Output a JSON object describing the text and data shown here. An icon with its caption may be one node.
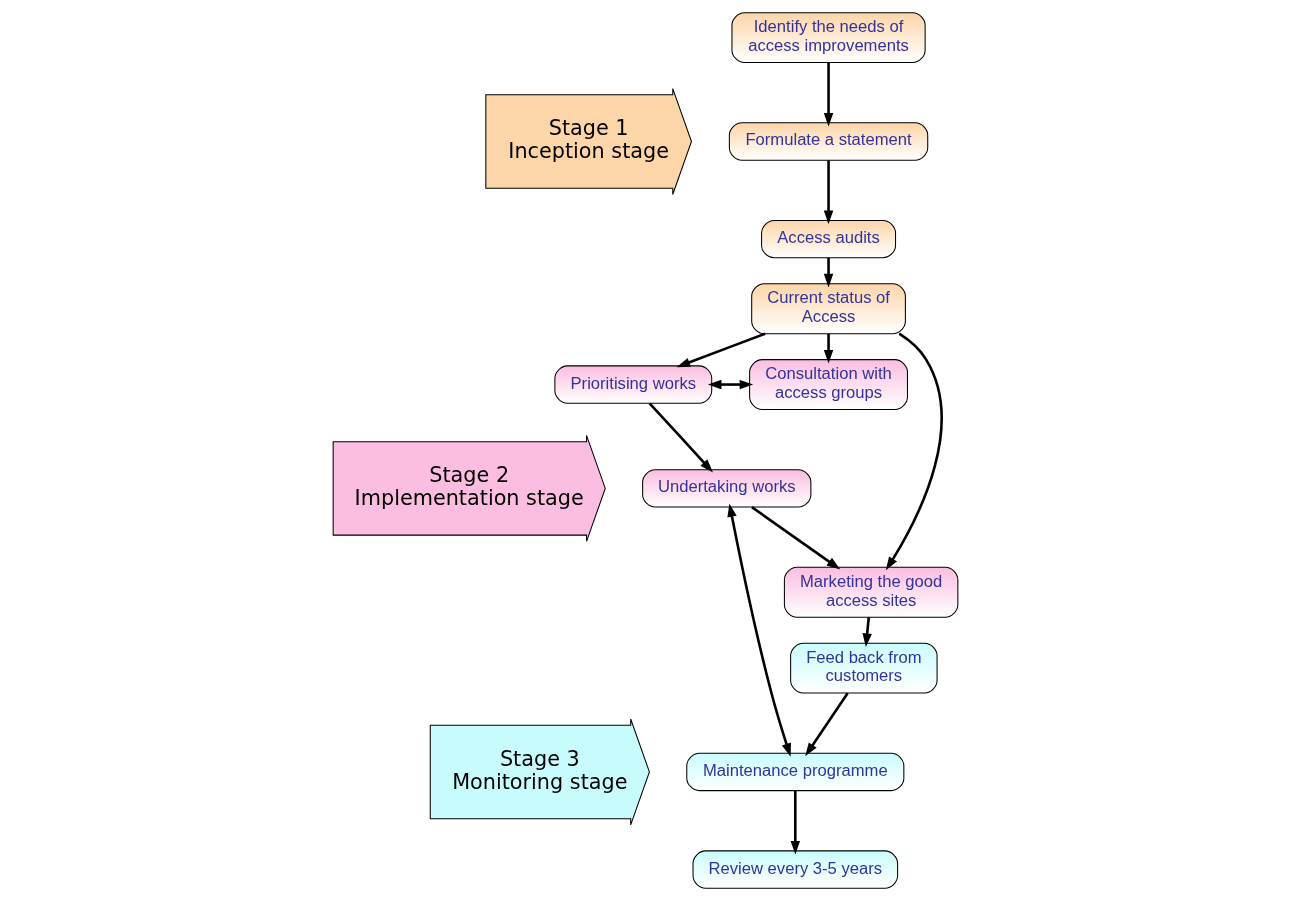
{
  "diagram": {
    "nodes": [
      {
        "text": [
          "Stage 1",
          "Inception stage"
        ]
      },
      {
        "text": [
          "Stage 2",
          "Implementation stage"
        ]
      },
      {
        "text": [
          "Stage 3",
          "Monitoring stage"
        ]
      },
      {
        "text": [
          "Identify the needs of access improvements"
        ]
      },
      {
        "text": [
          "Formulate a statement"
        ]
      },
      {
        "text": [
          "Access audits"
        ]
      },
      {
        "text": [
          "Current status of Access"
        ]
      },
      {
        "text": [
          "Prioritising works"
        ]
      },
      {
        "text": [
          "Consultation with access groups"
        ]
      },
      {
        "text": [
          "Undertaking works"
        ]
      },
      {
        "text": [
          "Marketing the good access sites"
        ]
      },
      {
        "text": [
          "Maintenance programme"
        ]
      },
      {
        "text": [
          "Feed back from customers"
        ]
      },
      {
        "text": [
          "Review every 3-5 years"
        ]
      }
    ],
    "edges": [
      {
        "from": 3,
        "to": 4,
        "arrow": "to"
      },
      {
        "from": 4,
        "to": 5,
        "arrow": "to"
      },
      {
        "from": 5,
        "to": 6,
        "arrow": "to"
      },
      {
        "from": 6,
        "to": 7,
        "arrow": "to"
      },
      {
        "from": 6,
        "to": 8,
        "arrow": "to"
      },
      {
        "from": 6,
        "to": 10,
        "arrow": "to"
      },
      {
        "from": 7,
        "to": 8,
        "arrow": "both"
      },
      {
        "from": 7,
        "to": 9,
        "arrow": "to"
      },
      {
        "from": 9,
        "to": 10,
        "arrow": "to"
      },
      {
        "from": 9,
        "to": 11,
        "arrow": "both"
      },
      {
        "from": 10,
        "to": 12,
        "arrow": "to"
      },
      {
        "from": 12,
        "to": 11,
        "arrow": "to"
      },
      {
        "from": 11,
        "to": 13,
        "arrow": "to"
      }
    ]
  }
}
